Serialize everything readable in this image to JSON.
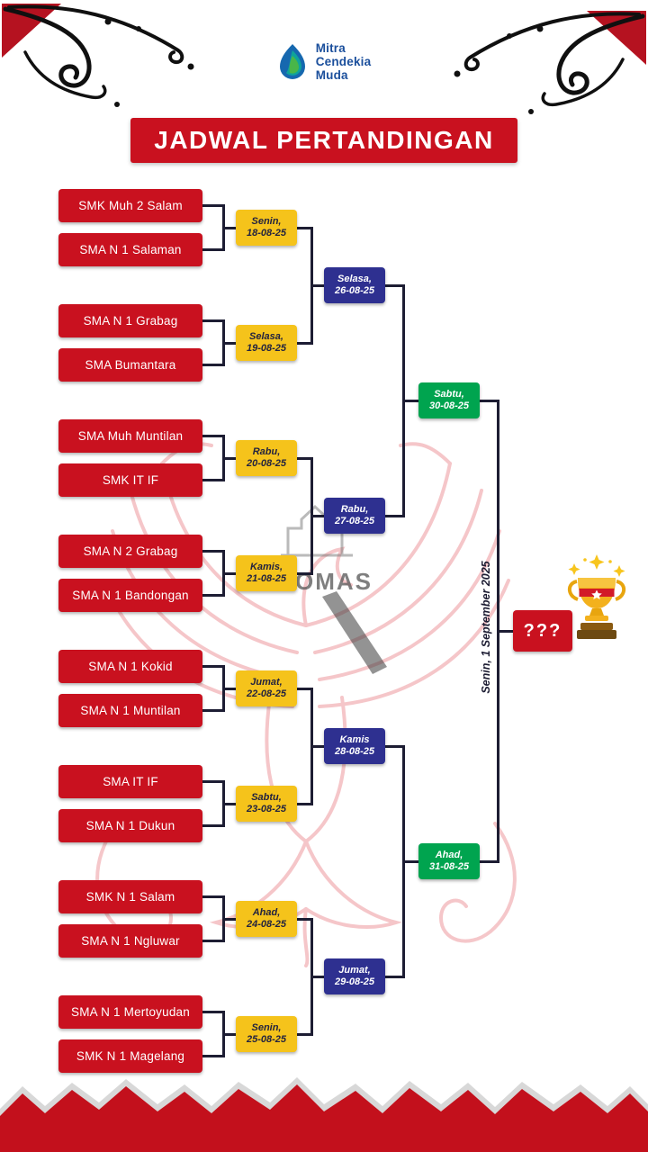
{
  "header": {
    "logo_lines": [
      "Mitra",
      "Cendekia",
      "Muda"
    ],
    "title": "JADWAL PERTANDINGAN"
  },
  "round1": [
    {
      "team1": "SMK Muh 2 Salam",
      "team2": "SMA N 1 Salaman",
      "day": "Senin,",
      "date": "18-08-25"
    },
    {
      "team1": "SMA N 1 Grabag",
      "team2": "SMA Bumantara",
      "day": "Selasa,",
      "date": "19-08-25"
    },
    {
      "team1": "SMA Muh Muntilan",
      "team2": "SMK IT IF",
      "day": "Rabu,",
      "date": "20-08-25"
    },
    {
      "team1": "SMA N 2 Grabag",
      "team2": "SMA N 1 Bandongan",
      "day": "Kamis,",
      "date": "21-08-25"
    },
    {
      "team1": "SMA N 1 Kokid",
      "team2": "SMA N 1 Muntilan",
      "day": "Jumat,",
      "date": "22-08-25"
    },
    {
      "team1": "SMA IT IF",
      "team2": "SMA N 1 Dukun",
      "day": "Sabtu,",
      "date": "23-08-25"
    },
    {
      "team1": "SMK N 1 Salam",
      "team2": "SMA N 1 Ngluwar",
      "day": "Ahad,",
      "date": "24-08-25"
    },
    {
      "team1": "SMA N 1 Mertoyudan",
      "team2": "SMK N 1 Magelang",
      "day": "Senin,",
      "date": "25-08-25"
    }
  ],
  "quarterfinals": [
    {
      "day": "Selasa,",
      "date": "26-08-25"
    },
    {
      "day": "Rabu,",
      "date": "27-08-25"
    },
    {
      "day": "Kamis",
      "date": "28-08-25"
    },
    {
      "day": "Jumat,",
      "date": "29-08-25"
    }
  ],
  "semifinals": [
    {
      "day": "Sabtu,",
      "date": "30-08-25"
    },
    {
      "day": "Ahad,",
      "date": "31-08-25"
    }
  ],
  "final": {
    "date_label": "Senin, 1 September 2025",
    "winner": "???"
  },
  "watermark": {
    "text": "OMAS"
  },
  "colors": {
    "red": "#c9111f",
    "yellow": "#f5c31b",
    "blue": "#2e3090",
    "green": "#00a44f",
    "line": "#1d1d33",
    "logo_blue": "#1b4f9c"
  }
}
